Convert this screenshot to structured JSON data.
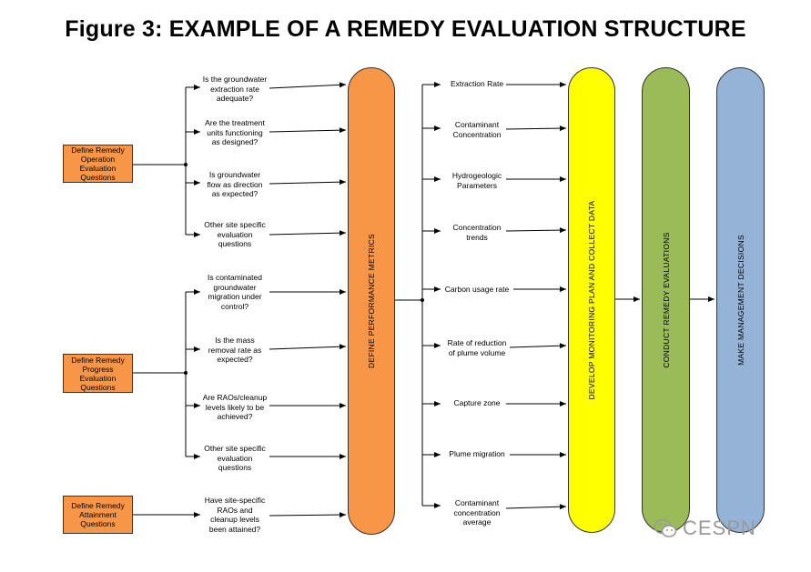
{
  "title": "Figure 3:  EXAMPLE OF A REMEDY EVALUATION STRUCTURE",
  "evaluation_boxes": [
    {
      "label": "Define Remedy\nOperation\nEvaluation\nQuestions"
    },
    {
      "label": "Define Remedy\nProgress\nEvaluation\nQuestions"
    },
    {
      "label": "Define Remedy\nAttainment\nQuestions"
    }
  ],
  "questions": [
    {
      "text": "Is the groundwater\nextraction rate\nadequate?"
    },
    {
      "text": "Are the treatment\nunits functioning\nas designed?"
    },
    {
      "text": "Is groundwater\nflow as direction\nas expected?"
    },
    {
      "text": "Other site specific\nevaluation\nquestions"
    },
    {
      "text": "Is contaminated\ngroundwater\nmigration under\ncontrol?"
    },
    {
      "text": "Is the mass\nremoval rate as\nexpected?"
    },
    {
      "text": "Are RAOs/cleanup\nlevels likely to be\nachieved?"
    },
    {
      "text": "Other site specific\nevaluation\nquestions"
    },
    {
      "text": "Have site-specific\nRAOs and\ncleanup levels\nbeen attained?"
    }
  ],
  "metrics": [
    {
      "text": "Extraction Rate"
    },
    {
      "text": "Contaminant\nConcentration"
    },
    {
      "text": "Hydrogeologic\nParameters"
    },
    {
      "text": "Concentration\ntrends"
    },
    {
      "text": "Carbon usage rate"
    },
    {
      "text": "Rate of reduction\nof plume volume"
    },
    {
      "text": "Capture zone"
    },
    {
      "text": "Plume migration"
    },
    {
      "text": "Contaminant\nconcentration\naverage"
    }
  ],
  "stages": [
    {
      "label": "DEFINE PERFORMANCE METRICS",
      "color": "#f79646"
    },
    {
      "label": "DEVELOP MONITORING PLAN AND COLLECT DATA",
      "color": "#ffff00"
    },
    {
      "label": "CONDUCT REMEDY EVALUATIONS",
      "color": "#9bbb59"
    },
    {
      "label": "MAKE MANAGEMENT DECISIONS",
      "color": "#95b3d7"
    }
  ],
  "watermark": {
    "text": "CESPN"
  },
  "colors": {
    "line": "#000000",
    "eval_box": "#f79646"
  }
}
